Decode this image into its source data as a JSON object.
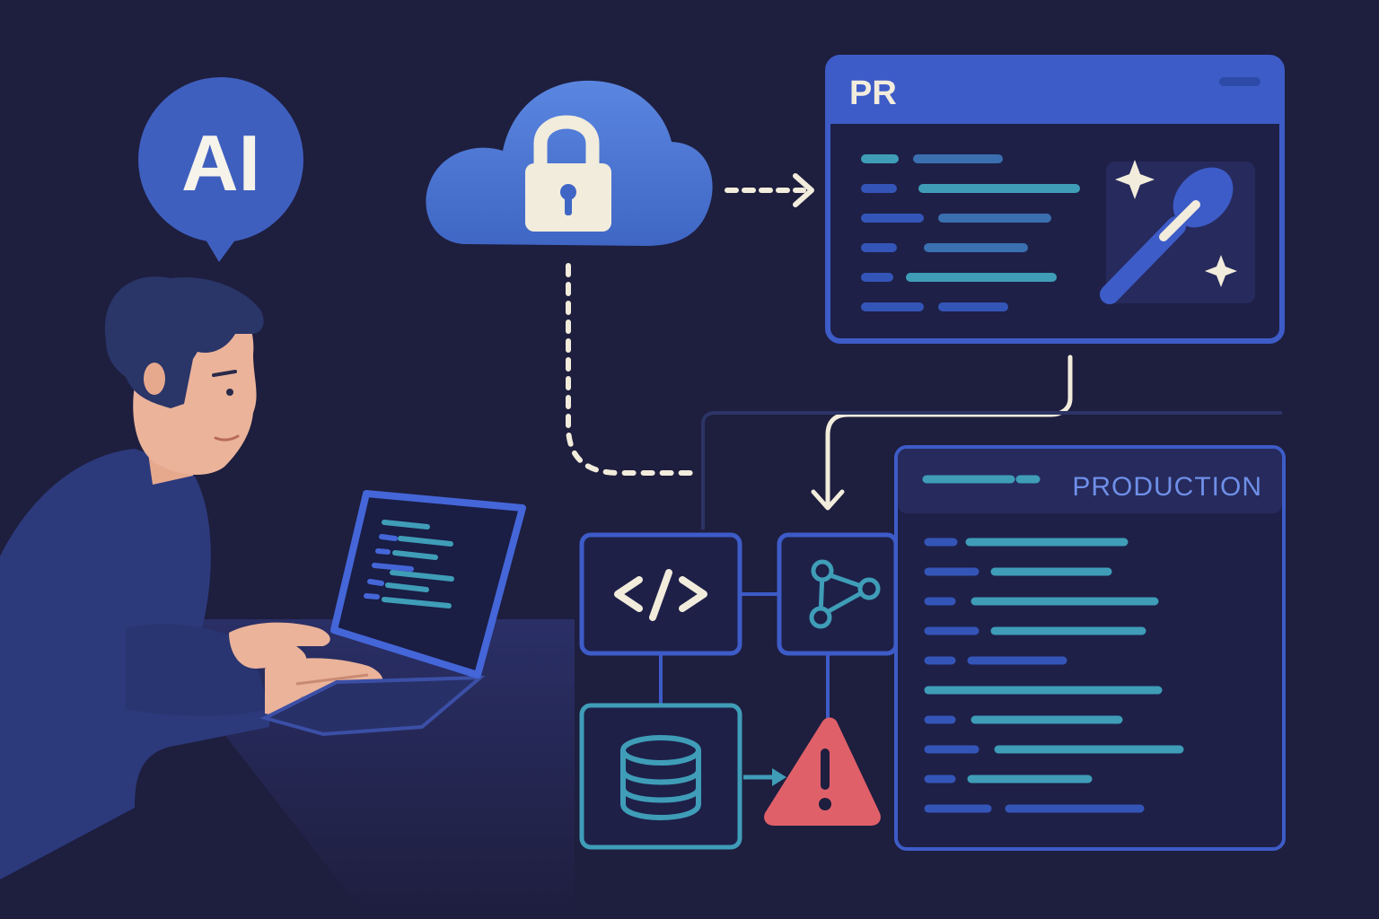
{
  "ai_bubble": {
    "label": "AI"
  },
  "pr_window": {
    "title": "PR"
  },
  "production_window": {
    "title": "PRODUCTION"
  },
  "colors": {
    "background": "#1e1e3e",
    "accent_blue": "#4a6fd0",
    "cloud_blue": "#4d77d4",
    "teal": "#3f9db8",
    "warning_red": "#e0606a",
    "lock_cream": "#f2ecdc",
    "production_title": "#6f8fe8"
  },
  "icons": [
    "ai-speech-bubble",
    "cloud-lock-icon",
    "magic-wand-icon",
    "sparkle-icon",
    "code-brackets-icon",
    "branch-graph-icon",
    "database-icon",
    "warning-triangle-icon",
    "developer-person",
    "laptop"
  ]
}
